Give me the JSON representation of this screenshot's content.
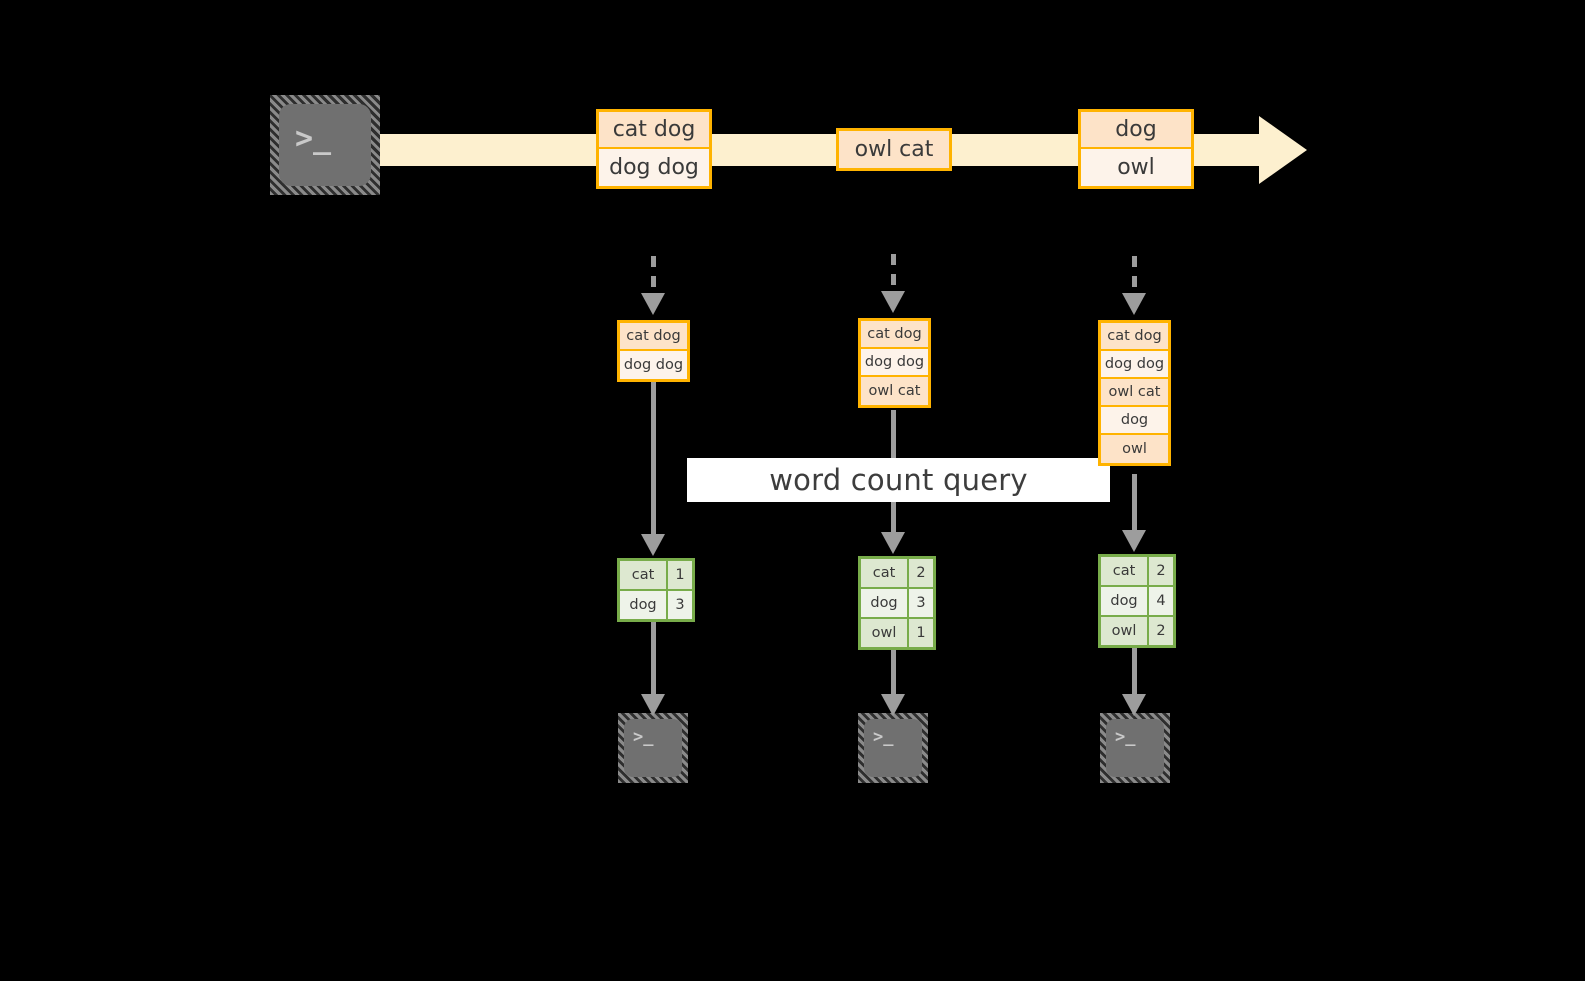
{
  "diagram": {
    "title": "word count query",
    "colors": {
      "background": "#000000",
      "stream_fill": "#fdf0cf",
      "record_border": "#ffb300",
      "record_fill_a": "#fde3c8",
      "record_fill_b": "#fdf3ea",
      "result_border": "#78ac4a",
      "result_fill_a": "#dde8d0",
      "result_fill_b": "#eef3e9",
      "arrow_gray": "#9d9d9d",
      "icon_fill": "#707070",
      "label_background": "#ffffff",
      "text": "#3a3a3a"
    },
    "source": {
      "icon": "terminal-icon",
      "glyph": ">_"
    },
    "stream": {
      "label": "event-stream-arrow",
      "groups": [
        {
          "name": "stream-records-1",
          "rows": [
            {
              "text": "cat dog",
              "shade": "a"
            },
            {
              "text": "dog dog",
              "shade": "b"
            }
          ]
        },
        {
          "name": "stream-records-2",
          "rows": [
            {
              "text": "owl cat",
              "shade": "a"
            }
          ]
        },
        {
          "name": "stream-records-3",
          "rows": [
            {
              "text": "dog",
              "shade": "a"
            },
            {
              "text": "owl",
              "shade": "b"
            }
          ]
        }
      ]
    },
    "stages": [
      {
        "name": "stage-1",
        "input": {
          "name": "accumulated-records-1",
          "rows": [
            {
              "text": "cat dog",
              "shade": "a"
            },
            {
              "text": "dog dog",
              "shade": "b"
            }
          ]
        },
        "result": {
          "name": "word-count-result-1",
          "rows": [
            {
              "word": "cat",
              "count": "1",
              "shade": "a"
            },
            {
              "word": "dog",
              "count": "3",
              "shade": "b"
            }
          ]
        },
        "sink": {
          "icon": "terminal-icon",
          "glyph": ">_"
        }
      },
      {
        "name": "stage-2",
        "input": {
          "name": "accumulated-records-2",
          "rows": [
            {
              "text": "cat dog",
              "shade": "a"
            },
            {
              "text": "dog dog",
              "shade": "b"
            },
            {
              "text": "owl cat",
              "shade": "a"
            }
          ]
        },
        "result": {
          "name": "word-count-result-2",
          "rows": [
            {
              "word": "cat",
              "count": "2",
              "shade": "a"
            },
            {
              "word": "dog",
              "count": "3",
              "shade": "b"
            },
            {
              "word": "owl",
              "count": "1",
              "shade": "a"
            }
          ]
        },
        "sink": {
          "icon": "terminal-icon",
          "glyph": ">_"
        }
      },
      {
        "name": "stage-3",
        "input": {
          "name": "accumulated-records-3",
          "rows": [
            {
              "text": "cat dog",
              "shade": "a"
            },
            {
              "text": "dog dog",
              "shade": "b"
            },
            {
              "text": "owl cat",
              "shade": "a"
            },
            {
              "text": "dog",
              "shade": "b"
            },
            {
              "text": "owl",
              "shade": "a"
            }
          ]
        },
        "result": {
          "name": "word-count-result-3",
          "rows": [
            {
              "word": "cat",
              "count": "2",
              "shade": "a"
            },
            {
              "word": "dog",
              "count": "4",
              "shade": "b"
            },
            {
              "word": "owl",
              "count": "2",
              "shade": "a"
            }
          ]
        },
        "sink": {
          "icon": "terminal-icon",
          "glyph": ">_"
        }
      }
    ]
  }
}
